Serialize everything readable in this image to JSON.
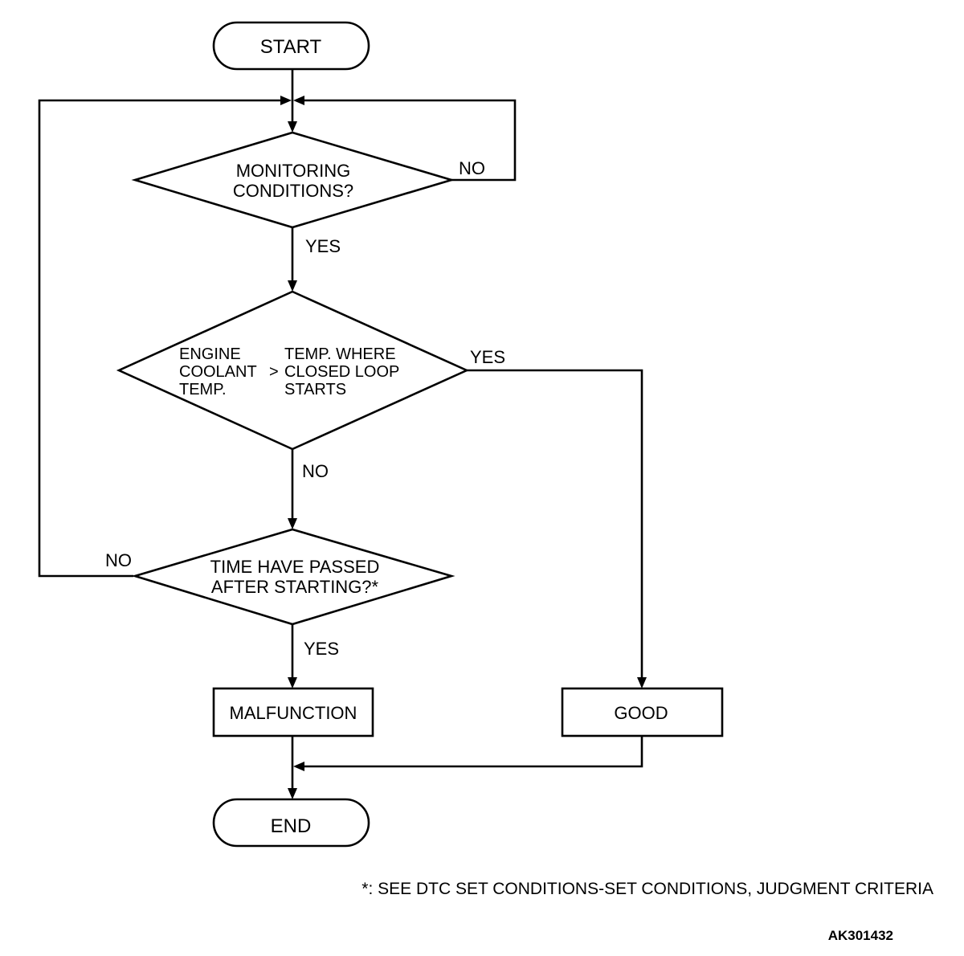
{
  "nodes": {
    "start": "START",
    "monitoring": [
      "MONITORING",
      "CONDITIONS?"
    ],
    "coolant": {
      "left": [
        "ENGINE",
        "COOLANT",
        "TEMP."
      ],
      "operator": ">",
      "right": [
        "TEMP. WHERE",
        "CLOSED LOOP",
        "STARTS"
      ]
    },
    "time": [
      "TIME HAVE PASSED",
      "AFTER STARTING?*"
    ],
    "malfunction": "MALFUNCTION",
    "good": "GOOD",
    "end": "END"
  },
  "edges": {
    "monitoring_no": "NO",
    "monitoring_yes": "YES",
    "coolant_yes": "YES",
    "coolant_no": "NO",
    "time_no": "NO",
    "time_yes": "YES"
  },
  "footnote": "*: SEE DTC SET CONDITIONS-SET CONDITIONS, JUDGMENT CRITERIA",
  "figure_code": "AK301432"
}
